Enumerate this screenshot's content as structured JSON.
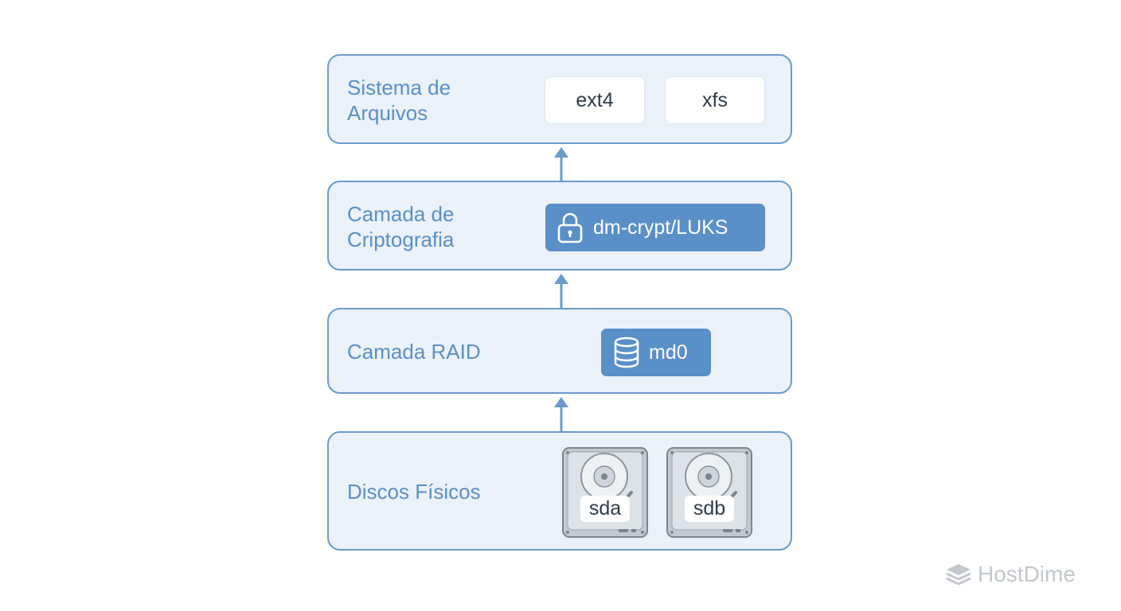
{
  "layers": {
    "filesystem": {
      "label": "Sistema de Arquivos",
      "chips": [
        "ext4",
        "xfs"
      ]
    },
    "crypto": {
      "label": "Camada de Criptografia",
      "chip": "dm-crypt/LUKS",
      "icon": "lock-icon"
    },
    "raid": {
      "label": "Camada RAID",
      "chip": "md0",
      "icon": "database-icon"
    },
    "disks": {
      "label": "Discos Físicos",
      "items": [
        "sda",
        "sdb"
      ],
      "icon": "hard-disk-icon"
    }
  },
  "brand": {
    "name": "HostDime",
    "icon": "hostdime-logo-icon"
  },
  "colors": {
    "border": "#6a9bc9",
    "layer_fill": "#eaf1f9",
    "label_text": "#5b8fc4",
    "chip_blue": "#5b8fc7",
    "brand_gray": "#c2c7cd"
  }
}
